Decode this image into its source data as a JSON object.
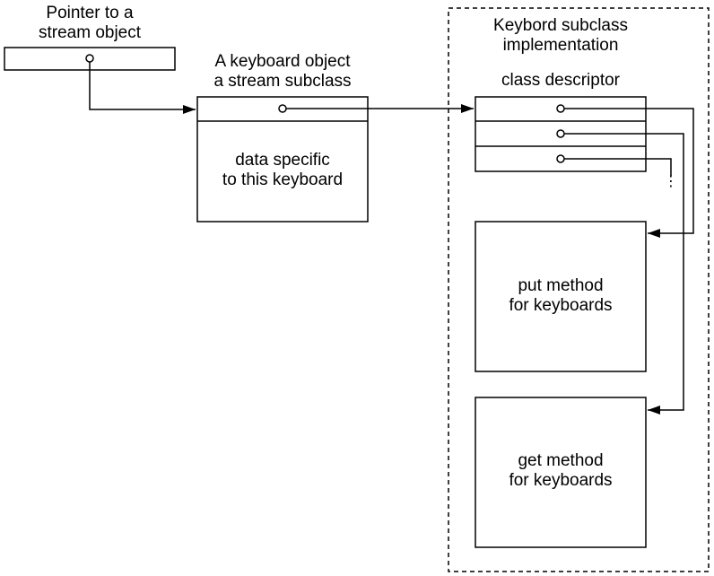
{
  "pointer": {
    "label_line1": "Pointer to a",
    "label_line2": "stream object"
  },
  "keyboard_object": {
    "label_line1": "A keyboard object",
    "label_line2": "a stream subclass",
    "data_line1": "data specific",
    "data_line2": "to this keyboard"
  },
  "subclass": {
    "label_line1": "Keybord subclass",
    "label_line2": "implementation",
    "descriptor_label": "class descriptor",
    "continuation": "⋮"
  },
  "put_method": {
    "line1": "put method",
    "line2": "for keyboards"
  },
  "get_method": {
    "line1": "get method",
    "line2": "for keyboards"
  }
}
